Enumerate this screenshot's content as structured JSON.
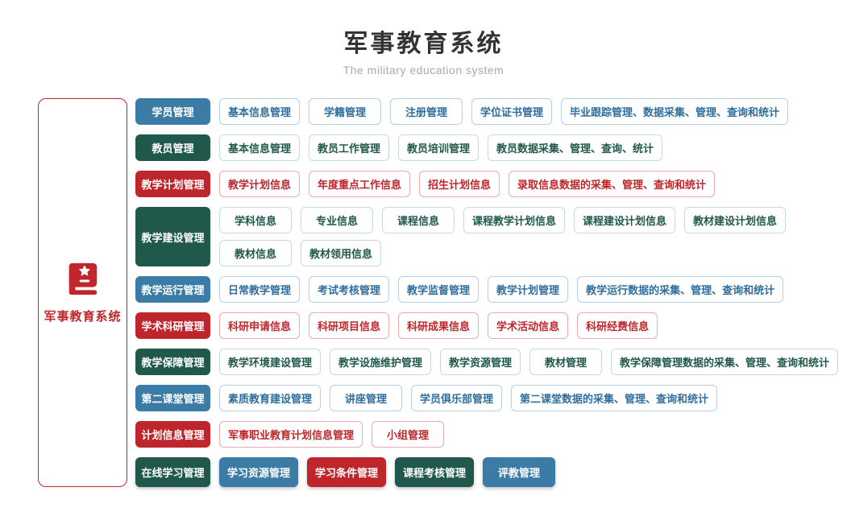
{
  "header": {
    "title": "军事教育系统",
    "subtitle": "The military education system"
  },
  "sidebar": {
    "label": "军事教育系统",
    "icon": "book-star-icon",
    "accent_color": "#c0262b"
  },
  "colors": {
    "blue": "#3a7ca5",
    "green": "#20594b",
    "red": "#bf262b",
    "blue_border": "#b5cfe3",
    "green_border": "#c6dcd4",
    "red_border": "#ecaaad"
  },
  "rows": [
    {
      "label": "学员管理",
      "color": "blue",
      "items": [
        "基本信息管理",
        "学籍管理",
        "注册管理",
        "学位证书管理",
        "毕业跟踪管理、数据采集、管理、查询和统计"
      ]
    },
    {
      "label": "教员管理",
      "color": "green",
      "items": [
        "基本信息管理",
        "教员工作管理",
        "教员培训管理",
        "教员数据采集、管理、查询、统计"
      ]
    },
    {
      "label": "教学计划管理",
      "color": "red",
      "items": [
        "教学计划信息",
        "年度重点工作信息",
        "招生计划信息",
        "录取信息数据的采集、管理、查询和统计"
      ]
    },
    {
      "label": "教学建设管理",
      "color": "green",
      "items": [
        "学科信息",
        "专业信息",
        "课程信息",
        "课程教学计划信息",
        "课程建设计划信息",
        "教材建设计划信息"
      ],
      "items2": [
        "教材信息",
        "教材领用信息"
      ]
    },
    {
      "label": "教学运行管理",
      "color": "blue",
      "items": [
        "日常教学管理",
        "考试考核管理",
        "教学监督管理",
        "教学计划管理",
        "教学运行数据的采集、管理、查询和统计"
      ]
    },
    {
      "label": "学术科研管理",
      "color": "red",
      "items": [
        "科研申请信息",
        "科研项目信息",
        "科研成果信息",
        "学术活动信息",
        "科研经费信息"
      ]
    },
    {
      "label": "教学保障管理",
      "color": "green",
      "items": [
        "教学环境建设管理",
        "教学设施维护管理",
        "教学资源管理",
        "教材管理",
        "教学保障管理数据的采集、管理、查询和统计"
      ]
    },
    {
      "label": "第二课堂管理",
      "color": "blue",
      "items": [
        "素质教育建设管理",
        "讲座管理",
        "学员俱乐部管理",
        "第二课堂数据的采集、管理、查询和统计"
      ]
    },
    {
      "label": "计划信息管理",
      "color": "red",
      "items": [
        "军事职业教育计划信息管理",
        "小组管理"
      ]
    },
    {
      "label": "在线学习管理",
      "color": "green",
      "items": [
        "学习资源管理",
        "学习条件管理",
        "课程考核管理",
        "评教管理"
      ],
      "item_fills": [
        "blue",
        "red",
        "green",
        "blue"
      ]
    }
  ]
}
